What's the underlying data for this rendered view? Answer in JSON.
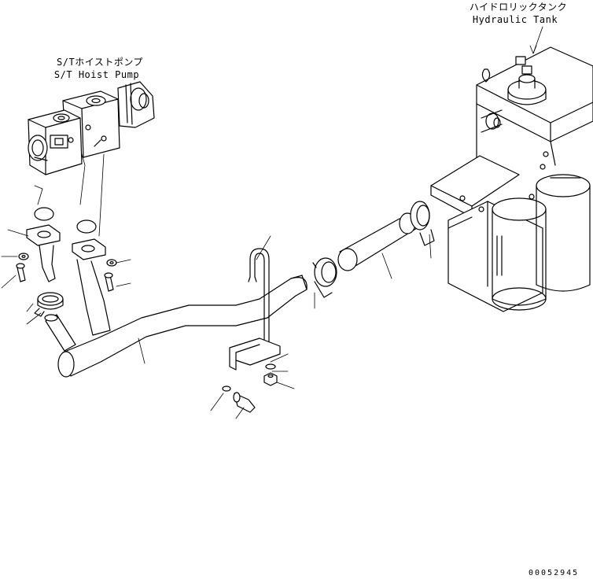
{
  "labels": {
    "pump_jp": "S/Tホイストポンプ",
    "pump_en": "S/T Hoist Pump",
    "tank_jp": "ハイドロリックタンク",
    "tank_en": "Hydraulic Tank"
  },
  "drawing_number": "00052945"
}
